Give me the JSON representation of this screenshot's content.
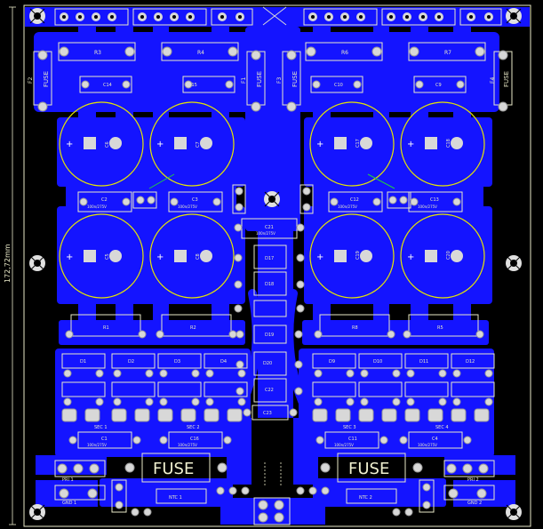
{
  "board": {
    "dimension_label": "172,72mm"
  },
  "colors": {
    "copper": "#1414ff",
    "silkscreen": "#e9e9c8",
    "pad": "#d8d8d8",
    "capacitor_outline": "#e6e600",
    "value_text": "#ff2a2a",
    "background": "#000000"
  },
  "big_caps": {
    "top": [
      "C6",
      "C7",
      "C17",
      "C18"
    ],
    "bottom": [
      "C5",
      "C8",
      "C19",
      "C20"
    ]
  },
  "resistors_top": [
    "R3",
    "R4",
    "R6",
    "R7"
  ],
  "small_caps_top": [
    "C14",
    "C15",
    "C10",
    "C9"
  ],
  "fuses_side": [
    "F2",
    "F1",
    "F3",
    "F4"
  ],
  "fuse_side_label": "FUSE",
  "caps_mid": [
    "C2",
    "C3",
    "C12",
    "C13"
  ],
  "cap_value": "100n/275V",
  "center_parts": {
    "c21": "C21",
    "d17": "D17",
    "d18": "D18",
    "d19": "D19",
    "d20": "D20",
    "c22": "C22",
    "c23": "C23"
  },
  "rect_resistors": [
    "R1",
    "R2",
    "R8",
    "R5"
  ],
  "diode_rows": [
    "D1",
    "D2",
    "D3",
    "D4",
    "D9",
    "D10",
    "D11",
    "D12"
  ],
  "sec_labels": [
    "SEC 1",
    "SEC 2",
    "SEC 3",
    "SEC 4"
  ],
  "bottom_caps": [
    "C1",
    "C16",
    "C11",
    "C4"
  ],
  "fuse_big": [
    "FUSE",
    "FUSE"
  ],
  "bottom_labels": {
    "pri1": "PRI 1",
    "pri2": "PRI 2",
    "gnd1": "GND 1",
    "gnd2": "GND 2",
    "ntc1": "NTC 1",
    "ntc2": "NTC 2"
  }
}
